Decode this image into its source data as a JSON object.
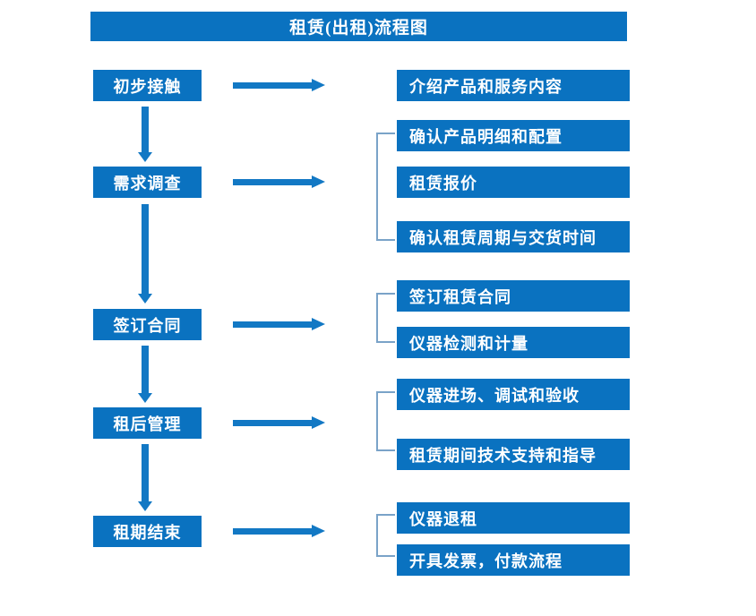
{
  "diagram": {
    "title": "租赁(出租)流程图",
    "accent_color": "#0a72c0",
    "arrow_color": "#1278c4",
    "bracket_color": "#7aa3c8",
    "text_color": "#ffffff",
    "background_color": "#ffffff",
    "stages": [
      {
        "label": "初步接触",
        "details": [
          "介绍产品和服务内容"
        ]
      },
      {
        "label": "需求调查",
        "details": [
          "确认产品明细和配置",
          "租赁报价",
          "确认租赁周期与交货时间"
        ]
      },
      {
        "label": "签订合同",
        "details": [
          "签订租赁合同",
          "仪器检测和计量"
        ]
      },
      {
        "label": "租后管理",
        "details": [
          "仪器进场、调试和验收",
          "租赁期间技术支持和指导"
        ]
      },
      {
        "label": "租期结束",
        "details": [
          "仪器退租",
          "开具发票，付款流程"
        ]
      }
    ]
  }
}
